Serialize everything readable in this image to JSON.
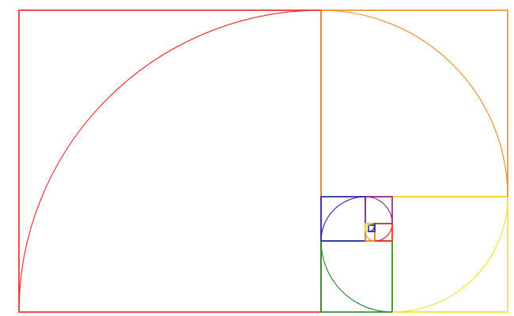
{
  "diagram": {
    "squares": [
      {
        "name": "square-1",
        "color": "#ee2222"
      },
      {
        "name": "square-2",
        "color": "#ee8a1a"
      },
      {
        "name": "square-3",
        "color": "#f2e022"
      },
      {
        "name": "square-4",
        "color": "#1f8a1f"
      },
      {
        "name": "square-5",
        "color": "#2222bb"
      },
      {
        "name": "square-6",
        "color": "#882288"
      },
      {
        "name": "square-7",
        "color": "#ee2222"
      },
      {
        "name": "square-8",
        "color": "#ee8a1a"
      },
      {
        "name": "square-9",
        "color": "#f2e022"
      },
      {
        "name": "square-10",
        "color": "#1f8a1f"
      },
      {
        "name": "square-11",
        "color": "#2222bb"
      }
    ]
  }
}
